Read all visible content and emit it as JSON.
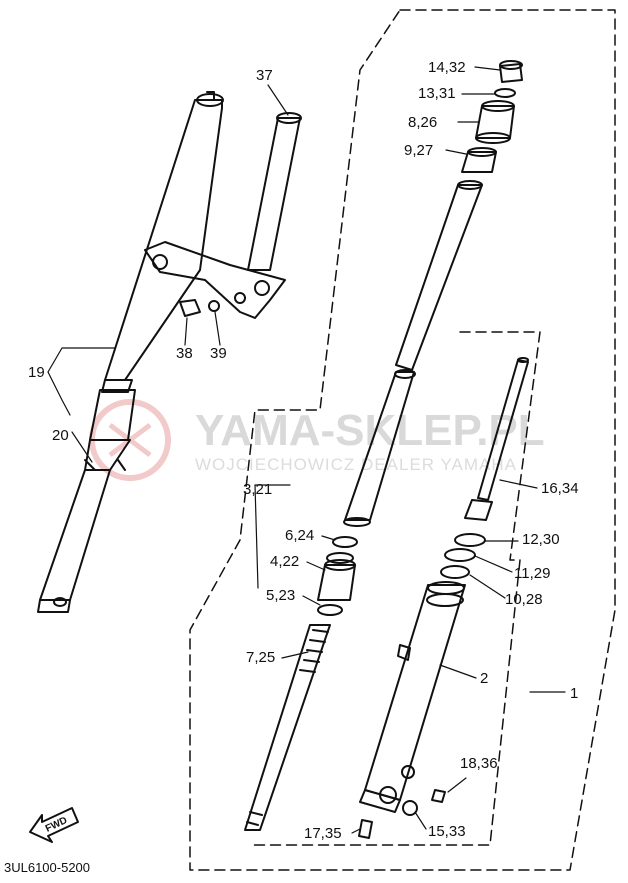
{
  "watermark": {
    "main": "YAMA-SKLEP.PL",
    "sub": "WOJCIECHOWICZ DEALER YAMAHA"
  },
  "diagram_code": "3UL6100-5200",
  "direction_label": "FWD",
  "part_labels": {
    "p37": "37",
    "p14_32": "14,32",
    "p13_31": "13,31",
    "p8_26": "8,26",
    "p9_27": "9,27",
    "p19": "19",
    "p20": "20",
    "p38": "38",
    "p39": "39",
    "p3_21": "3,21",
    "p6_24": "6,24",
    "p4_22": "4,22",
    "p5_23": "5,23",
    "p7_25": "7,25",
    "p16_34": "16,34",
    "p12_30": "12,30",
    "p11_29": "11,29",
    "p10_28": "10,28",
    "p2": "2",
    "p1": "1",
    "p18_36": "18,36",
    "p15_33": "15,33",
    "p17_35": "17,35"
  },
  "colors": {
    "line": "#111111",
    "watermark": "#d9d9d9",
    "logo": "#e8a0a0"
  }
}
